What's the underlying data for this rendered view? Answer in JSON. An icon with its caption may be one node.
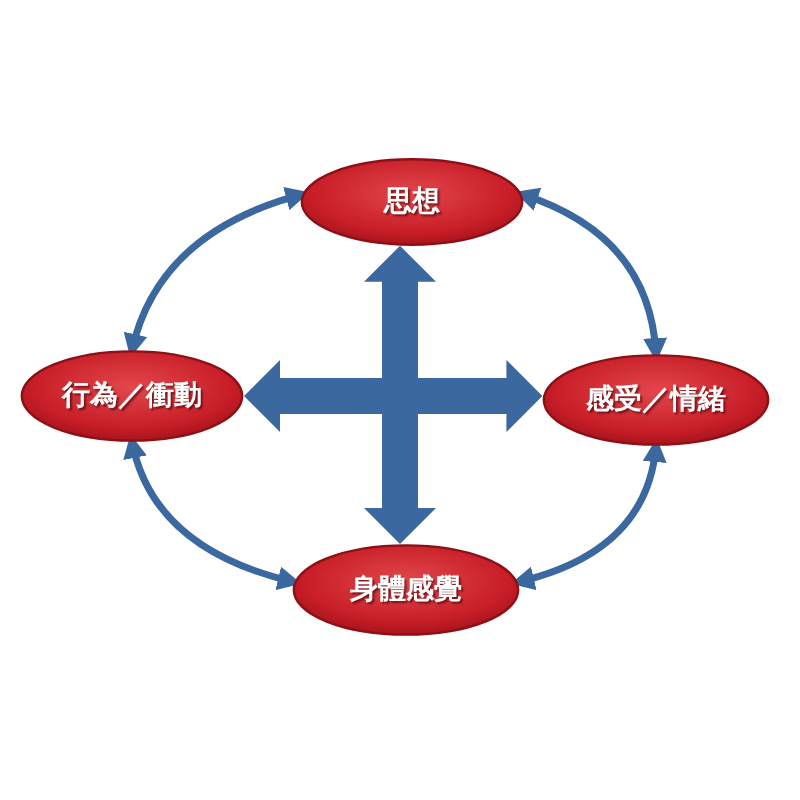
{
  "diagram": {
    "nodes": [
      {
        "text": [
          "思想"
        ]
      },
      {
        "text": [
          "行為／衝動"
        ]
      },
      {
        "text": [
          "感受／情緒"
        ]
      },
      {
        "text": [
          "身體感覺"
        ]
      }
    ],
    "edges": [
      {
        "from": 0,
        "to": 1,
        "arrow": "both"
      },
      {
        "from": 0,
        "to": 2,
        "arrow": "both"
      },
      {
        "from": 2,
        "to": 3,
        "arrow": "both"
      },
      {
        "from": 1,
        "to": 3,
        "arrow": "both"
      },
      {
        "from": 0,
        "to": 3,
        "arrow": "both",
        "style": "thick"
      },
      {
        "from": 1,
        "to": 2,
        "arrow": "both",
        "style": "thick"
      }
    ]
  }
}
